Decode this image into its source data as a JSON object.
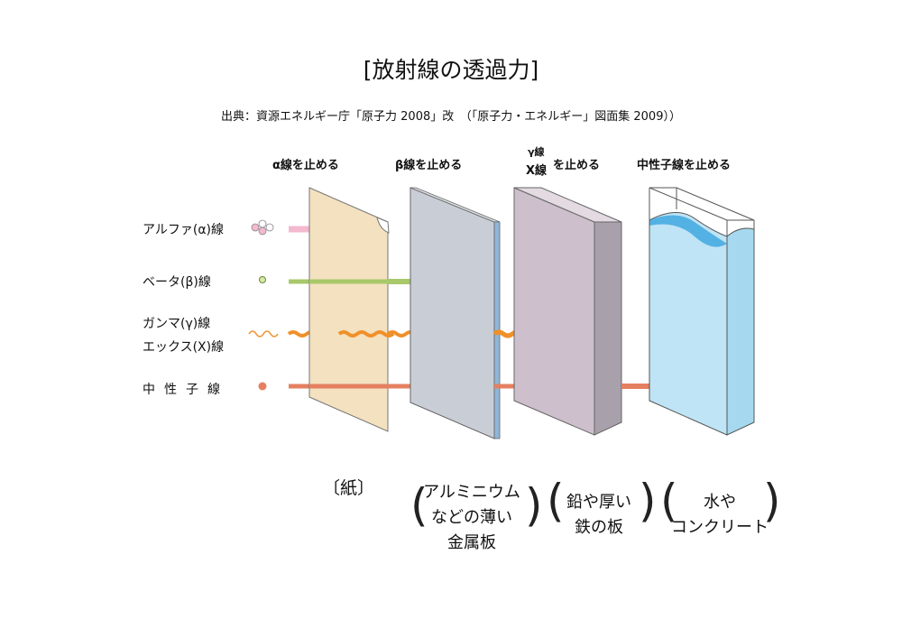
{
  "title": "[放射線の透過力]",
  "source": "出典：資源エネルギー庁「原子力 2008」改　（「原子力・エネルギー」図面集 2009））",
  "columns": [
    {
      "label": "α線を止める"
    },
    {
      "label": "β線を止める"
    },
    {
      "label_gamma": "γ線",
      "label_x": "X線",
      "label_suffix": "を止める"
    },
    {
      "label": "中性子線を止める"
    }
  ],
  "radiation": [
    {
      "label": "アルファ(α)線",
      "color": "#f4b8cf"
    },
    {
      "label": "ベータ(β)線",
      "color": "#a8c86a"
    },
    {
      "label_line1": "ガンマ(γ)線",
      "label_line2": "エックス(X)線",
      "color": "#f0902a"
    },
    {
      "label": "中性子線",
      "color": "#e48060"
    }
  ],
  "materials": [
    {
      "lines": [
        "紙"
      ],
      "color": "#f3e1bf"
    },
    {
      "lines": [
        "アルミニウム",
        "などの薄い",
        "金属板"
      ],
      "color": "#c9ced6"
    },
    {
      "lines": [
        "鉛や厚い",
        "鉄の板"
      ],
      "color": "#cdbfcc"
    },
    {
      "lines": [
        "水や",
        "コンクリート"
      ],
      "color": "#bfe4f5"
    }
  ]
}
